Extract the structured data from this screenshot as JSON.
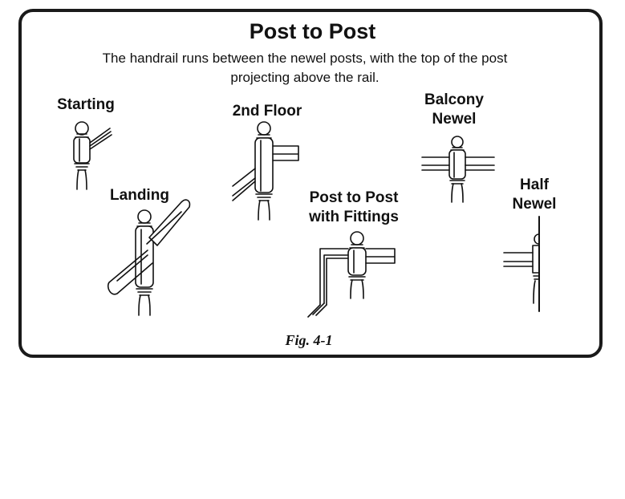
{
  "title": "Post to Post",
  "subtitle": "The handrail runs between the newel posts, with the top of the post projecting above the rail.",
  "labels": {
    "starting": "Starting",
    "second_floor": "2nd Floor",
    "balcony_newel": "Balcony\nNewel",
    "landing": "Landing",
    "post_to_post_fittings": "Post to Post\nwith Fittings",
    "half_newel": "Half\nNewel"
  },
  "caption": "Fig. 4-1"
}
